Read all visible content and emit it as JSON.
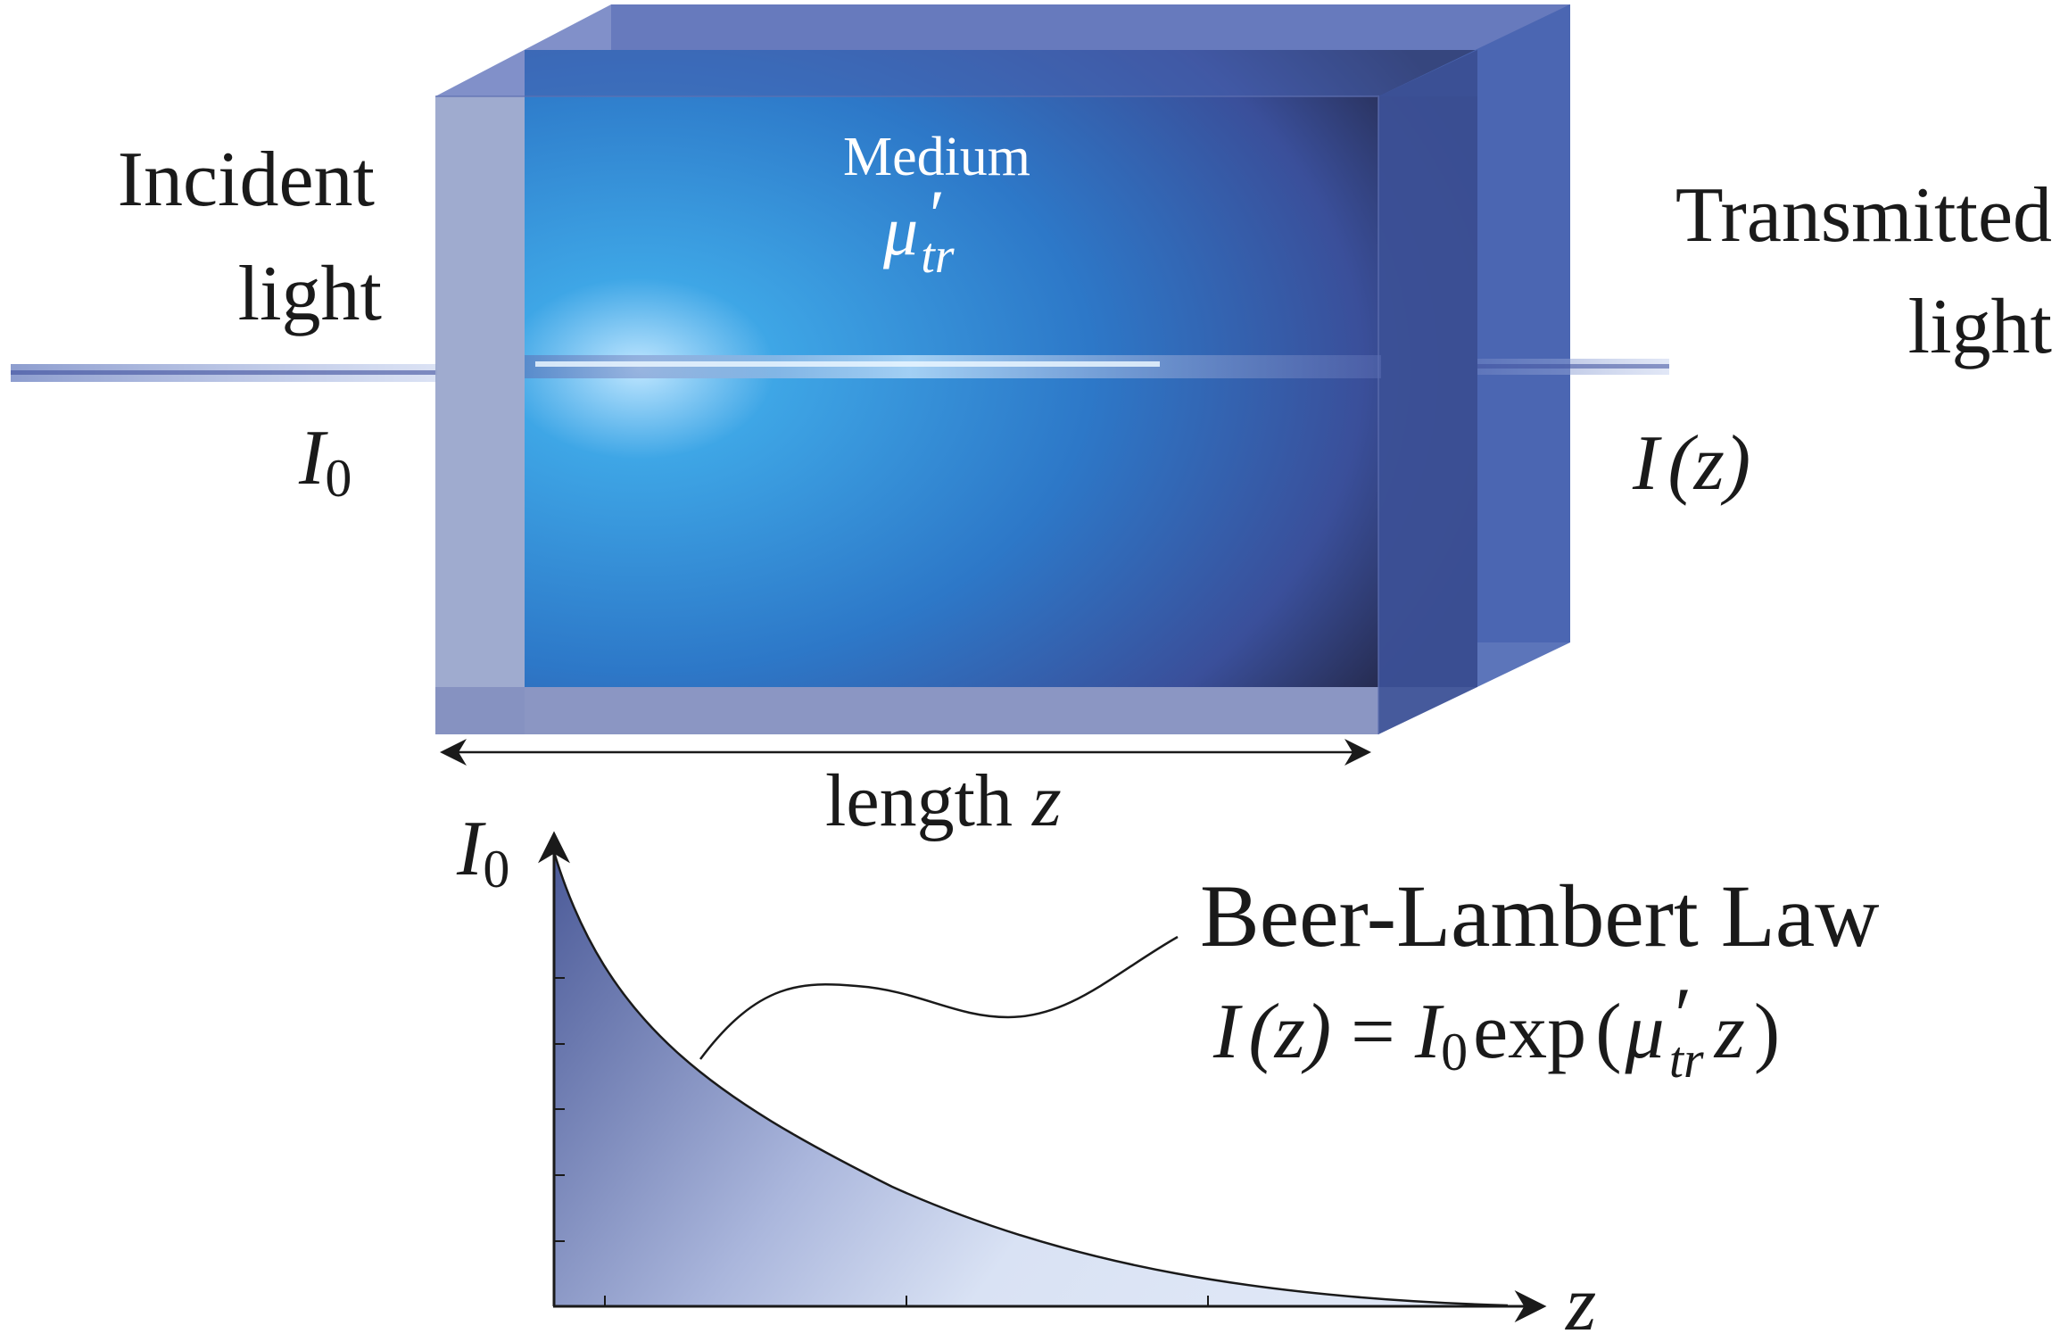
{
  "labels": {
    "incident_line1": "Incident",
    "incident_line2": "light",
    "transmitted_line1": "Transmitted",
    "transmitted_line2": "light",
    "i0_left": "I",
    "i0_left_sub": "0",
    "iz_right": "I",
    "iz_right_paren": "(z)",
    "medium": "Medium",
    "mu_symbol": "μ",
    "mu_prime": "′",
    "mu_sub": "tr",
    "length_word": "length",
    "length_var": "z"
  },
  "graph": {
    "y_axis_label": "I",
    "y_axis_sub": "0",
    "x_axis_label": "z",
    "law_title": "Beer-Lambert Law",
    "eq_lhs_I": "I",
    "eq_lhs_paren": "(z)",
    "eq_equals": "=",
    "eq_rhs_I": "I",
    "eq_rhs_sub": "0",
    "eq_exp": "exp",
    "eq_open": "(",
    "eq_mu": "μ",
    "eq_prime": "′",
    "eq_mu_sub": "tr",
    "eq_z": "z",
    "eq_close": ")"
  },
  "colors": {
    "slab_face": "#8f9bc8",
    "slab_inner": "#2f7fd0",
    "slab_dark": "#242848",
    "beam": "#6f86c6",
    "curve_fill_top": "#4b5a98",
    "curve_fill_bottom": "#d9e2f4",
    "ink": "#1a1a1a"
  }
}
